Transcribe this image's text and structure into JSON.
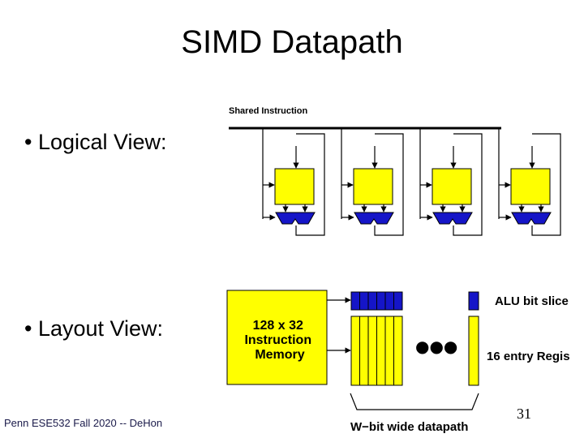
{
  "slide": {
    "title": "SIMD Datapath",
    "bullets": [
      "• Logical View:",
      "• Layout View:"
    ],
    "footer": "Penn ESE532 Fall 2020 -- DeHon",
    "page_number": "31"
  },
  "logical_view": {
    "label": "Shared Instruction",
    "lanes": 4
  },
  "layout_view": {
    "memory_lines": [
      "128 x 32",
      "Instruction",
      "Memory"
    ],
    "alu_label": "ALU bit slice",
    "register_label": "16 entry Regis",
    "datapath_label": "W−bit wide datapath",
    "ellipsis": "●●●"
  },
  "colors": {
    "yellow": "#ffff00",
    "blue": "#1515c8",
    "line": "#000000"
  }
}
